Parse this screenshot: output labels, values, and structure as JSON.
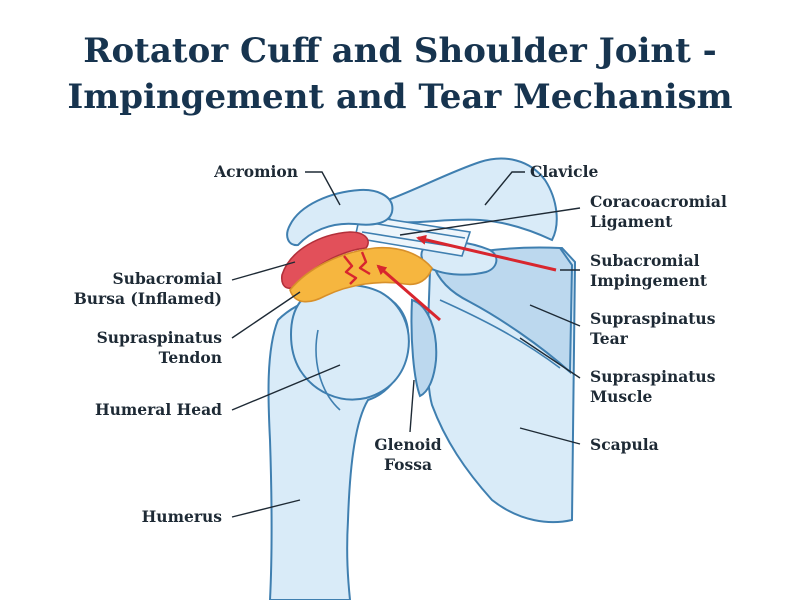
{
  "title": {
    "line1": "Rotator Cuff and Shoulder Joint -",
    "line2": "Impingement and Tear Mechanism"
  },
  "labels": {
    "acromion": "Acromion",
    "clavicle": "Clavicle",
    "coracoacromial_1": "Coracoacromial",
    "coracoacromial_2": "Ligament",
    "subacromial_bursa_1": "Subacromial",
    "subacromial_bursa_2": "Bursa (Inflamed)",
    "subacromial_impingement_1": "Subacromial",
    "subacromial_impingement_2": "Impingement",
    "supraspinatus_tendon_1": "Supraspinatus",
    "supraspinatus_tendon_2": "Tendon",
    "supraspinatus_tear_1": "Supraspinatus",
    "supraspinatus_tear_2": "Tear",
    "supraspinatus_muscle_1": "Supraspinatus",
    "supraspinatus_muscle_2": "Muscle",
    "humeral_head": "Humeral Head",
    "glenoid_fossa_1": "Glenoid",
    "glenoid_fossa_2": "Fossa",
    "scapula": "Scapula",
    "humerus": "Humerus"
  },
  "colors": {
    "title": "#17344f",
    "bone_fill": "#d9ebf8",
    "bone_stroke": "#3f7fb0",
    "bursa": "#e2505a",
    "tendon": "#f6b63f",
    "arrow": "#d8262e"
  }
}
